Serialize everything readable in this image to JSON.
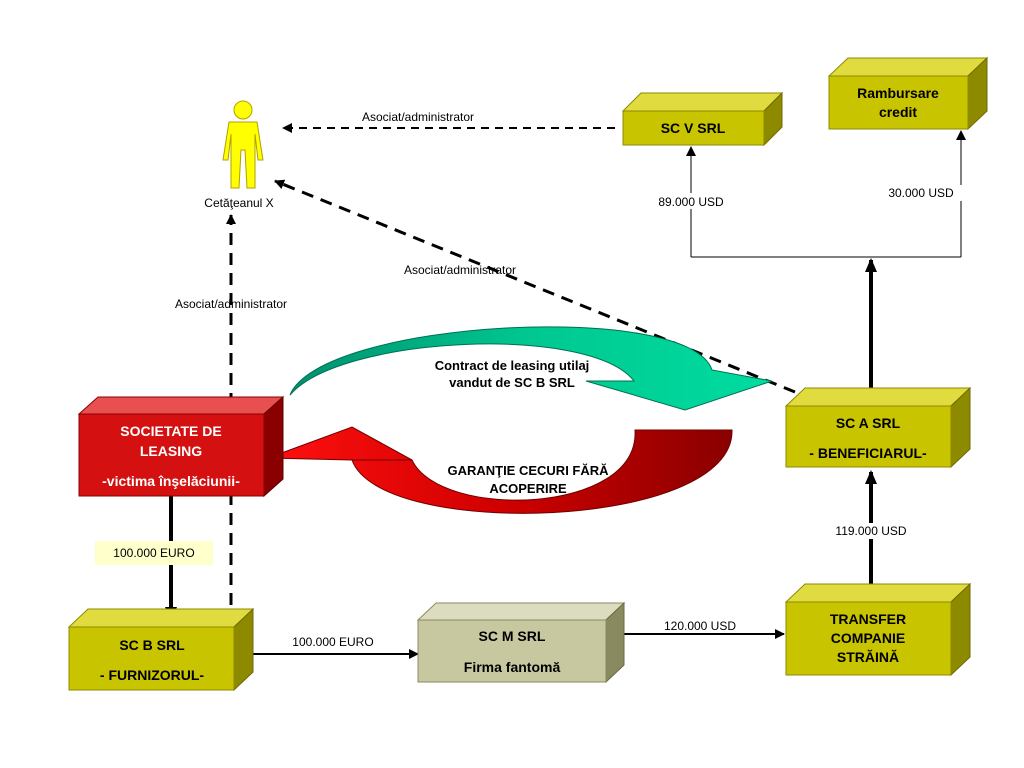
{
  "person": {
    "label": "Cetăţeanul X"
  },
  "boxes": {
    "sc_v": {
      "line1": "SC V SRL"
    },
    "rambursare": {
      "line1": "Rambursare",
      "line2": "credit"
    },
    "leasing": {
      "line1": "SOCIETATE DE",
      "line2": "LEASING",
      "line3": "-victima înşelăciunii-"
    },
    "sc_a": {
      "line1": "SC A SRL",
      "line2": "- BENEFICIARUL-"
    },
    "sc_b": {
      "line1": "SC B SRL",
      "line2": "- FURNIZORUL-"
    },
    "sc_m": {
      "line1": "SC  M SRL",
      "line2": "Firma fantomă"
    },
    "transfer": {
      "line1": "TRANSFER",
      "line2": "COMPANIE",
      "line3": "STRĂINĂ"
    }
  },
  "curved_arrows": {
    "green": {
      "line1": "Contract de leasing utilaj",
      "line2": "vandut de SC B SRL"
    },
    "red": {
      "line1": "GARANŢIE CECURI FĂRĂ",
      "line2": "ACOPERIRE"
    }
  },
  "edge_labels": {
    "asociat_top": "Asociat/administrator",
    "asociat_diag": "Asociat/administrator",
    "asociat_left": "Asociat/administrator",
    "usd_89": "89.000 USD",
    "usd_30": "30.000 USD",
    "usd_119": "119.000 USD",
    "usd_120": "120.000 USD",
    "euro_100_b_m": "100.000 EURO",
    "euro_100_leasing_b": "100.000 EURO"
  },
  "colors": {
    "olive_front": "#c8c400",
    "olive_top": "#e0dc40",
    "olive_side": "#8e8a00",
    "red_front": "#d41010",
    "red_top": "#e85050",
    "red_side": "#8a0000",
    "gray_front": "#c8c8a0",
    "green_arrow": "#00c890",
    "red_arrow": "#cc0000",
    "person": "#ffff00"
  }
}
